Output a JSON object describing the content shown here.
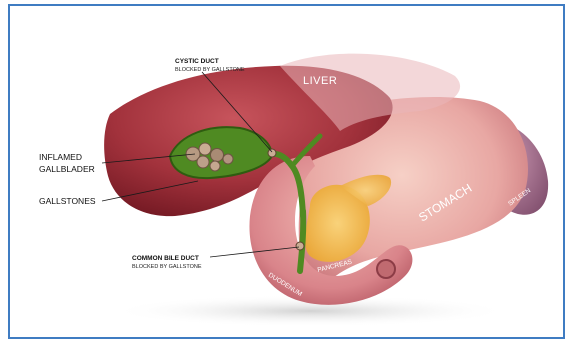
{
  "labels": {
    "cystic_duct": {
      "title": "CYSTIC DUCT",
      "sub": "BLOCKED BY GALLSTONE"
    },
    "liver": "LIVER",
    "inflamed_gallbladder": {
      "line1": "INFLAMED",
      "line2": "GALLBLADER"
    },
    "gallstones": "GALLSTONES",
    "stomach": "STOMACH",
    "spleen": "SPLEEN",
    "common_bile_duct": {
      "title": "COMMON BILE DUCT",
      "sub": "BLOCKED BY GALLSTONE"
    },
    "pancreas": "PANCREAS",
    "duodenum": "DUODENUM"
  },
  "colors": {
    "frame": "#3f7cc2",
    "liver": "#9c2a35",
    "stomach": "#e7a6a4",
    "gallbladder": "#4f8a22",
    "pancreas": "#f2b64b",
    "spleen": "#9f6b8a"
  }
}
